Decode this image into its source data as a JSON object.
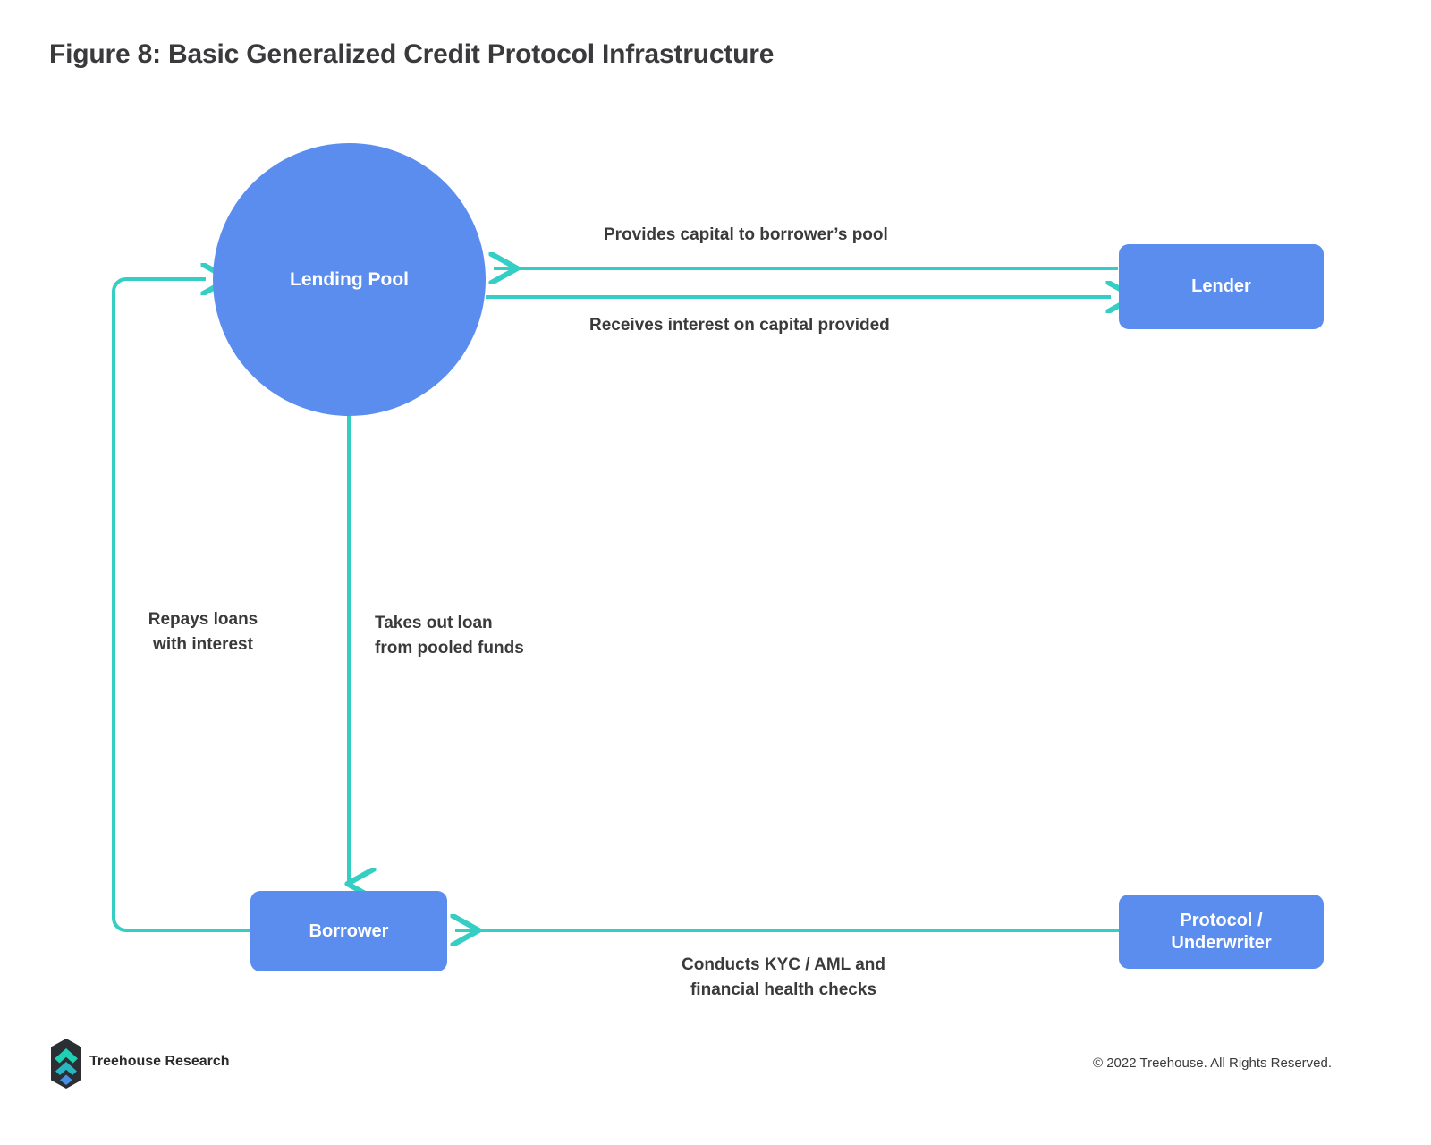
{
  "figure": {
    "title": "Figure 8: Basic Generalized Credit Protocol Infrastructure"
  },
  "colors": {
    "node_blue": "#5b8def",
    "connector_teal": "#35cec4",
    "text_dark": "#3a3a3c",
    "background": "#ffffff",
    "logo_dark": "#2b2f33",
    "logo_teal": "#1fd0b5",
    "logo_blue": "#4a90e2"
  },
  "nodes": [
    {
      "id": "lending-pool",
      "label": "Lending Pool",
      "shape": "circle"
    },
    {
      "id": "lender",
      "label": "Lender",
      "shape": "rounded-rect"
    },
    {
      "id": "borrower",
      "label": "Borrower",
      "shape": "rounded-rect"
    },
    {
      "id": "protocol-underwriter",
      "label": "Protocol /\nUnderwriter",
      "shape": "rounded-rect"
    }
  ],
  "edges": [
    {
      "id": "lender-to-pool",
      "from": "lender",
      "to": "lending-pool",
      "label": "Provides capital to borrower’s pool"
    },
    {
      "id": "pool-to-lender",
      "from": "lending-pool",
      "to": "lender",
      "label": "Receives interest on capital provided"
    },
    {
      "id": "borrower-to-pool",
      "from": "borrower",
      "to": "lending-pool",
      "label": "Repays loans\nwith interest"
    },
    {
      "id": "pool-to-borrower",
      "from": "lending-pool",
      "to": "borrower",
      "label": "Takes out loan\nfrom pooled funds"
    },
    {
      "id": "protocol-to-borrower",
      "from": "protocol-underwriter",
      "to": "borrower",
      "label": "Conducts KYC / AML and\nfinancial health checks"
    }
  ],
  "footer": {
    "brand": "Treehouse Research",
    "copyright": "© 2022 Treehouse. All Rights Reserved.",
    "logo_icon": "treehouse-chevron-logo-icon"
  }
}
